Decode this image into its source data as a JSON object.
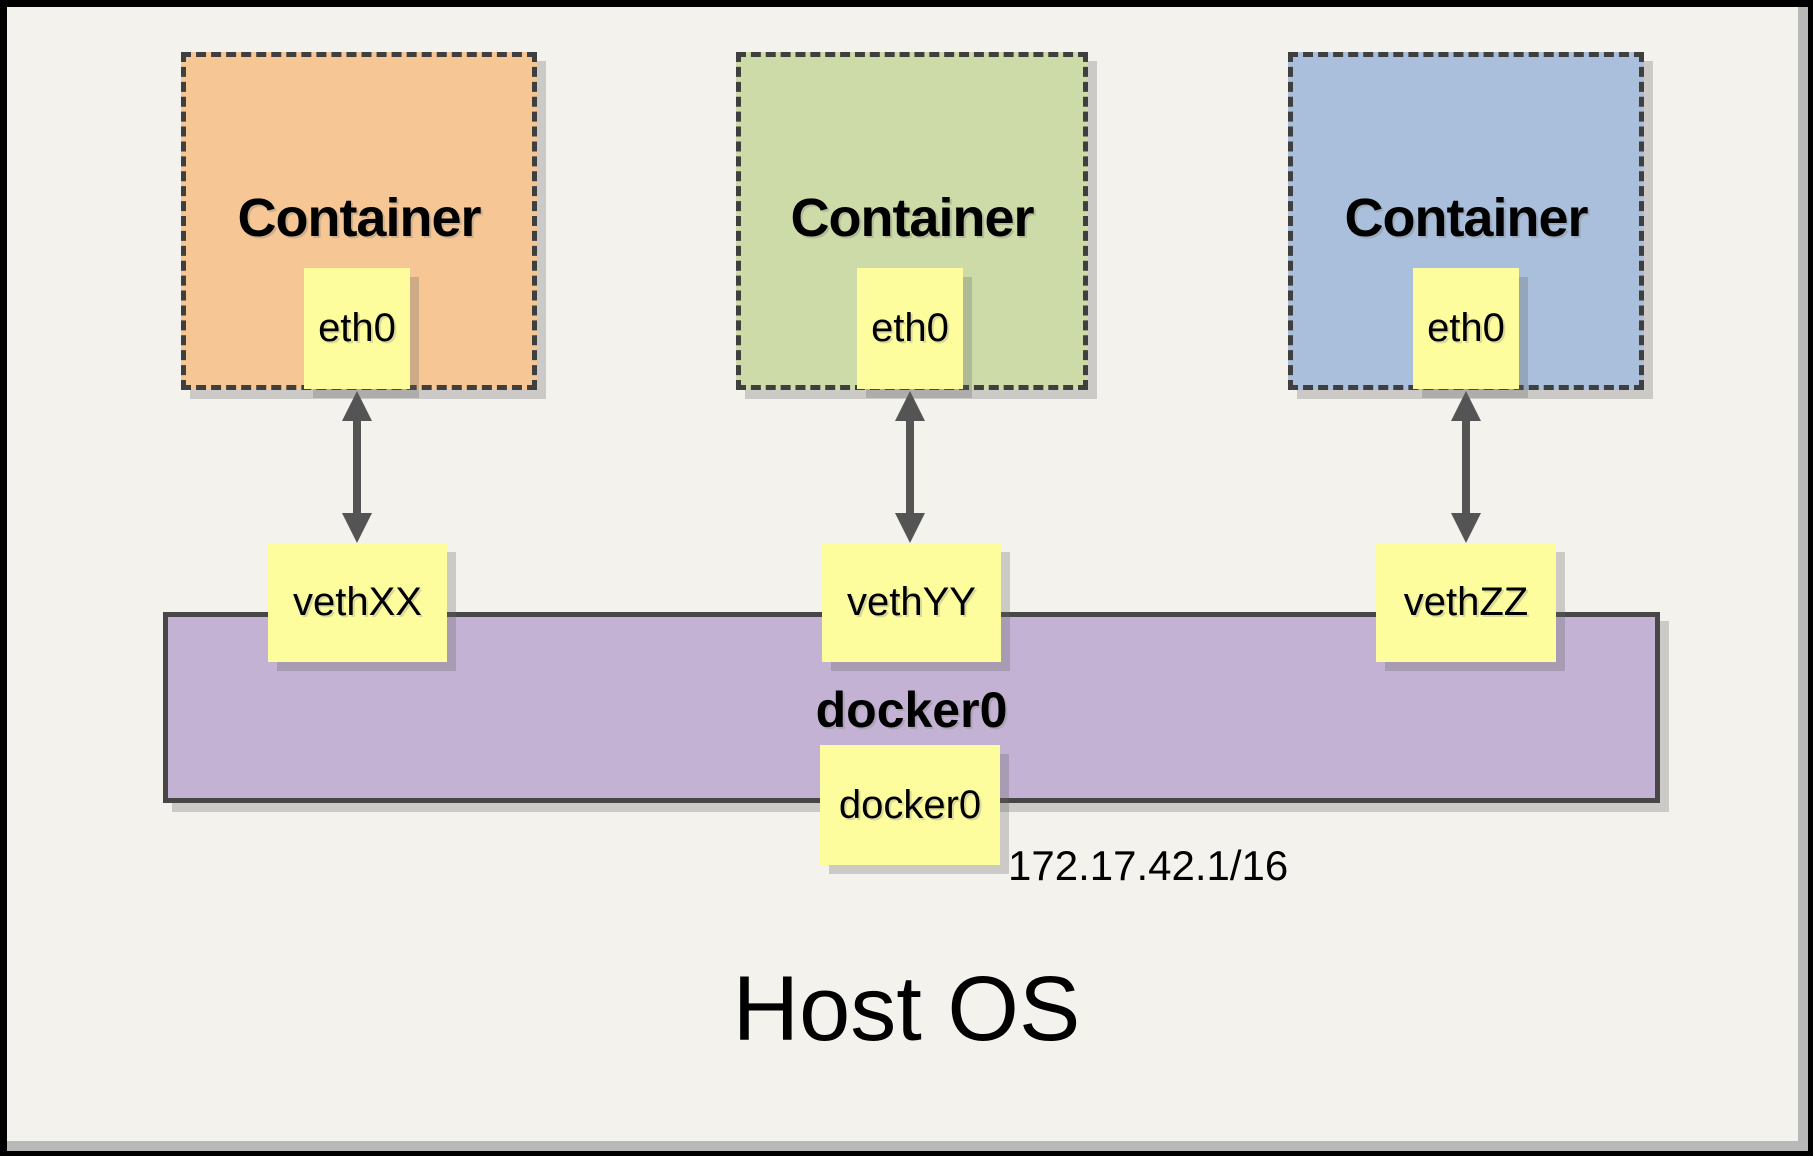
{
  "frame": {
    "border_color": "#000000",
    "mat_color": "#B8B8B8",
    "background": "#F4F2ED"
  },
  "colors": {
    "container_fills": [
      "#F6C694",
      "#CDDBA8",
      "#A9BFDC"
    ],
    "bridge_purple": "#C3B2D3",
    "interface_yellow": "#FDFD9E",
    "arrow": "#545454",
    "dashed_border": "#3F3F3F"
  },
  "containers": [
    {
      "label": "Container",
      "interface_label": "eth0",
      "veth_label": "vethXX"
    },
    {
      "label": "Container",
      "interface_label": "eth0",
      "veth_label": "vethYY"
    },
    {
      "label": "Container",
      "interface_label": "eth0",
      "veth_label": "vethZZ"
    }
  ],
  "bridge": {
    "label": "docker0",
    "interface_label": "docker0",
    "ip_address": "172.17.42.1/16"
  },
  "host": {
    "label": "Host OS"
  }
}
